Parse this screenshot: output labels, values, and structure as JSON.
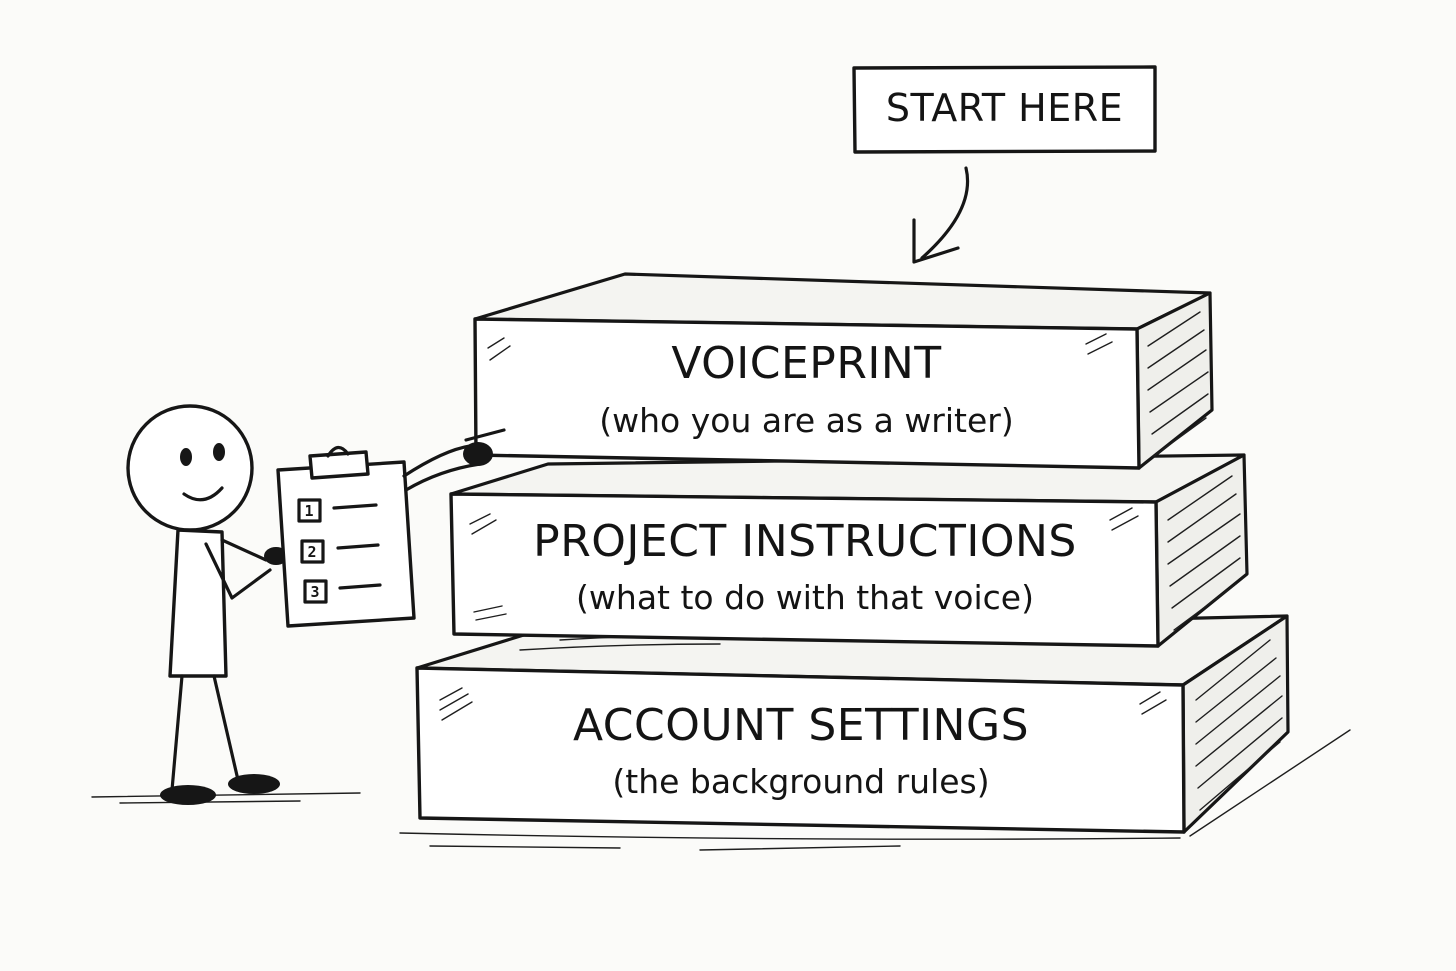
{
  "start_badge": {
    "label": "START HERE"
  },
  "blocks": [
    {
      "title": "VOICEPRINT",
      "subtitle": "(who you are as a writer)"
    },
    {
      "title": "PROJECT INSTRUCTIONS",
      "subtitle": "(what to do with that voice)"
    },
    {
      "title": "ACCOUNT SETTINGS",
      "subtitle": "(the background rules)"
    }
  ],
  "clipboard": {
    "items": [
      "1",
      "2",
      "3"
    ]
  }
}
